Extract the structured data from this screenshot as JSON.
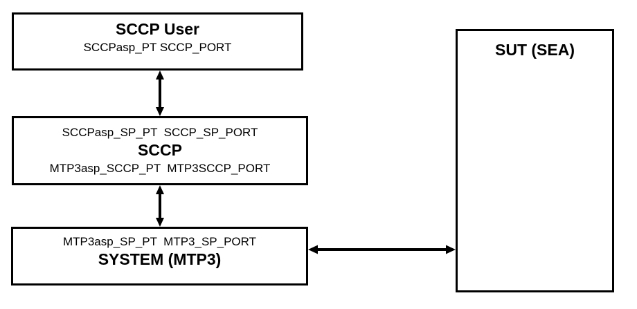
{
  "diagram": {
    "boxes": {
      "sccp_user": {
        "title": "SCCP User",
        "ports_label": "SCCPasp_PT SCCP_PORT"
      },
      "sccp": {
        "upper_ports_label": "SCCPasp_SP_PT  SCCP_SP_PORT",
        "title": "SCCP",
        "lower_ports_label": "MTP3asp_SCCP_PT  MTP3SCCP_PORT"
      },
      "system": {
        "ports_label": "MTP3asp_SP_PT  MTP3_SP_PORT",
        "title": "SYSTEM (MTP3)"
      },
      "sut": {
        "title": "SUT (SEA)"
      }
    },
    "connections": [
      {
        "from": "SCCP User",
        "to": "SCCP",
        "type": "bidirectional-arrow"
      },
      {
        "from": "SCCP",
        "to": "SYSTEM (MTP3)",
        "type": "bidirectional-arrow"
      },
      {
        "from": "SYSTEM (MTP3)",
        "to": "SUT (SEA)",
        "type": "bidirectional-arrow"
      }
    ],
    "colors": {
      "border": "#000000",
      "background": "#ffffff",
      "text": "#000000"
    }
  }
}
